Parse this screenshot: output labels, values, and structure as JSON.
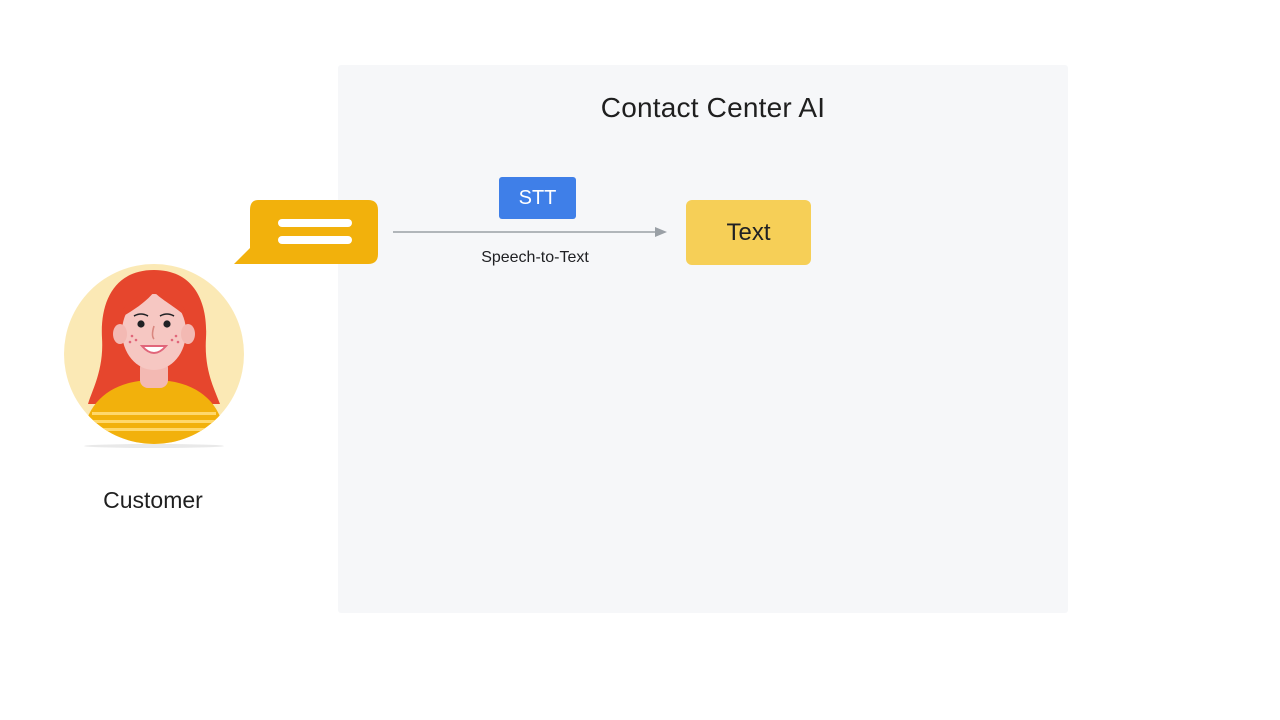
{
  "panel": {
    "title": "Contact Center AI"
  },
  "flow": {
    "chip_label": "STT",
    "arrow_caption": "Speech-to-Text",
    "output_label": "Text"
  },
  "actor": {
    "label": "Customer"
  },
  "colors": {
    "panel_bg": "#f6f7f9",
    "bubble": "#f2b10c",
    "chip_bg": "#3f7fe8",
    "text_box": "#f6cf57",
    "arrow": "#9aa0a6",
    "avatar_bg": "#fbe9b5",
    "hair": "#e6462d",
    "sweater": "#f2b10c",
    "skin": "#f6c7c2"
  },
  "icons": {
    "bubble": "speech-bubble-icon",
    "avatar": "customer-avatar-icon",
    "arrow": "arrow-right-icon"
  }
}
